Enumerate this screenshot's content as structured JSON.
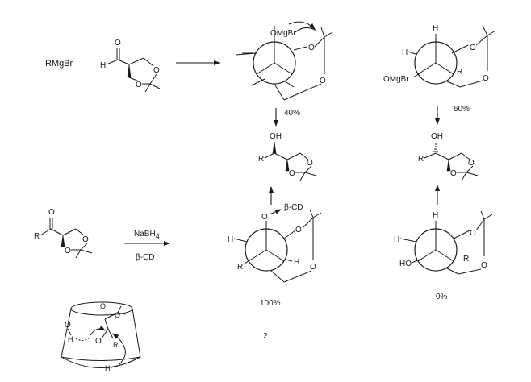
{
  "labels": {
    "rmgbr": "RMgBr",
    "r": "R",
    "h": "H",
    "o": "O",
    "oh": "OH",
    "ho": "HO",
    "omgbr": "OMgBr",
    "beta_cd": "β-CD",
    "nabh4_main": "NaBH",
    "nabh4_sub": "4",
    "pct_40": "40%",
    "pct_60": "60%",
    "pct_100": "100%",
    "pct_0": "0%",
    "page_number": "2",
    "cd_h_left": "H",
    "cd_h_bottom": "H"
  },
  "colors": {
    "ink": "#1a1a1a",
    "background": "#ffffff"
  }
}
